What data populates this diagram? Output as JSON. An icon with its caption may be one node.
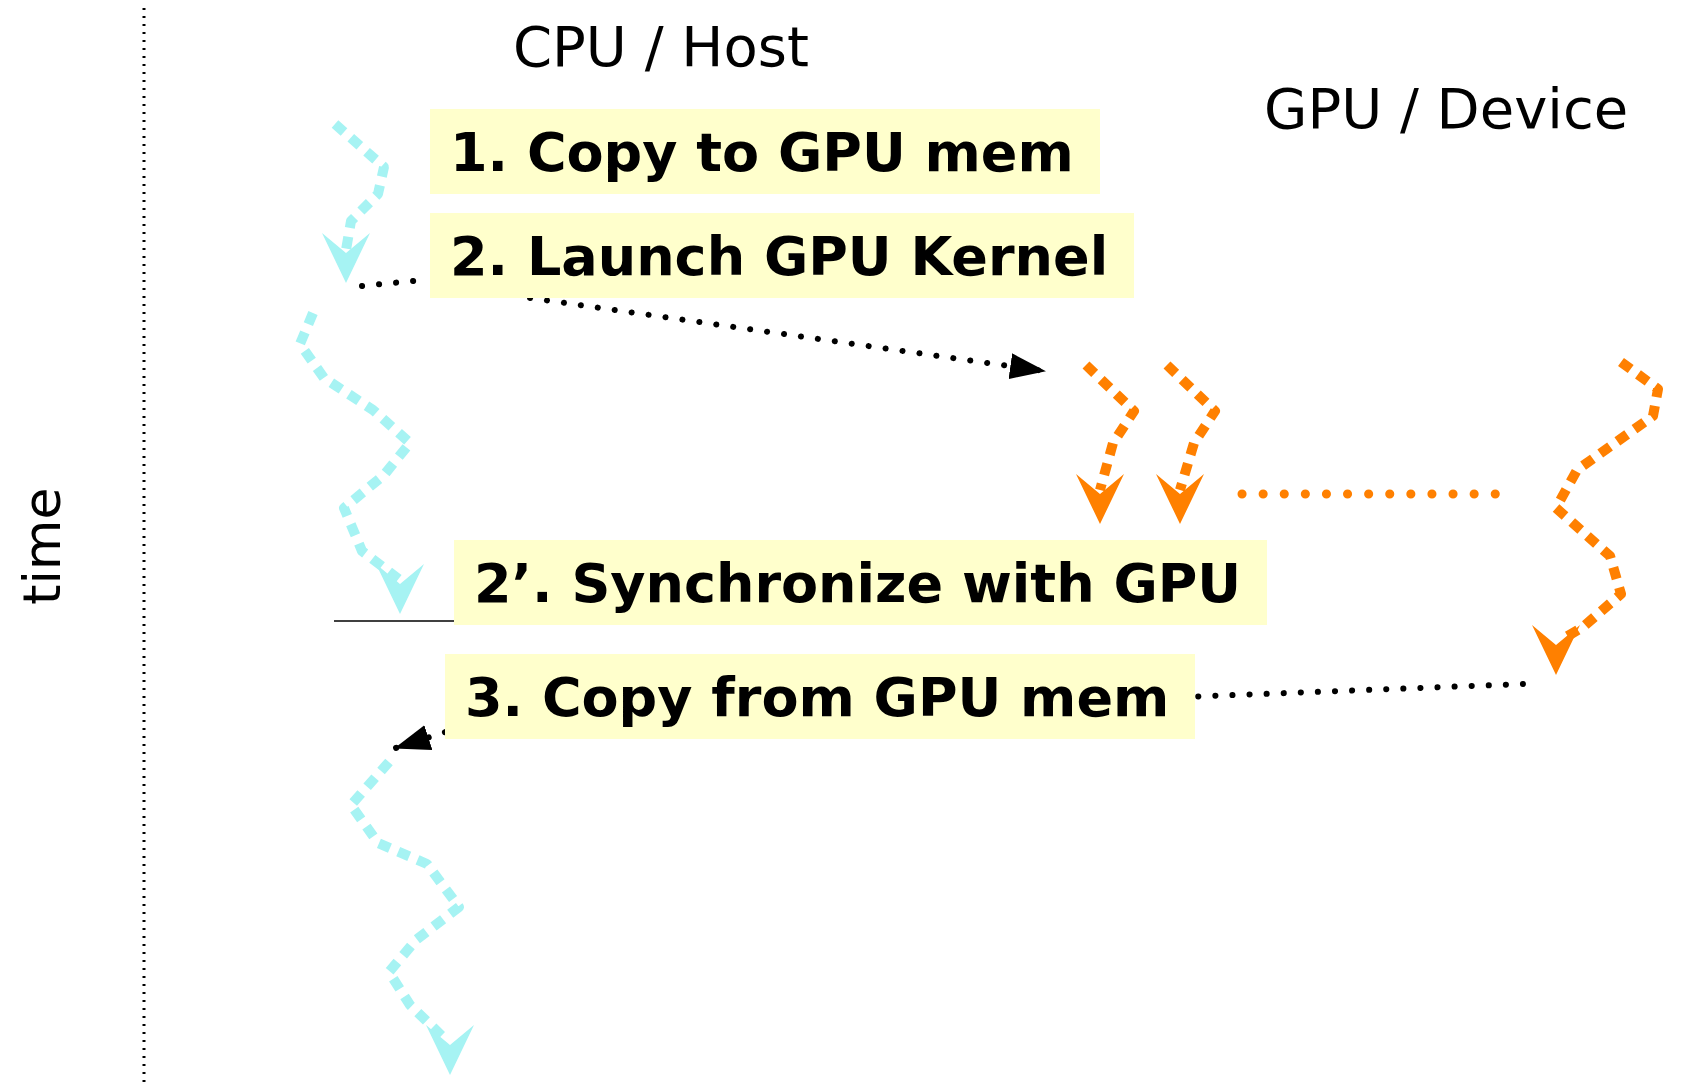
{
  "diagram": {
    "nodes": [
      {
        "text": [
          "1. Copy to GPU mem"
        ]
      },
      {
        "text": [
          "2. Launch GPU Kernel"
        ]
      },
      {
        "text": [
          "2’. Synchronize with GPU"
        ]
      },
      {
        "text": [
          "3. Copy from GPU mem"
        ]
      }
    ],
    "edges": [
      {
        "from": null,
        "to": 1,
        "arrow": "none",
        "style": "dashed"
      },
      {
        "from": 1,
        "to": null,
        "arrow": "to",
        "style": "dashed"
      },
      {
        "from": null,
        "to": 3,
        "arrow": "none",
        "style": "dashed"
      },
      {
        "from": 3,
        "to": null,
        "arrow": "to",
        "style": "dashed"
      }
    ],
    "labels": [
      "CPU / Host",
      "GPU / Device",
      "time"
    ]
  }
}
